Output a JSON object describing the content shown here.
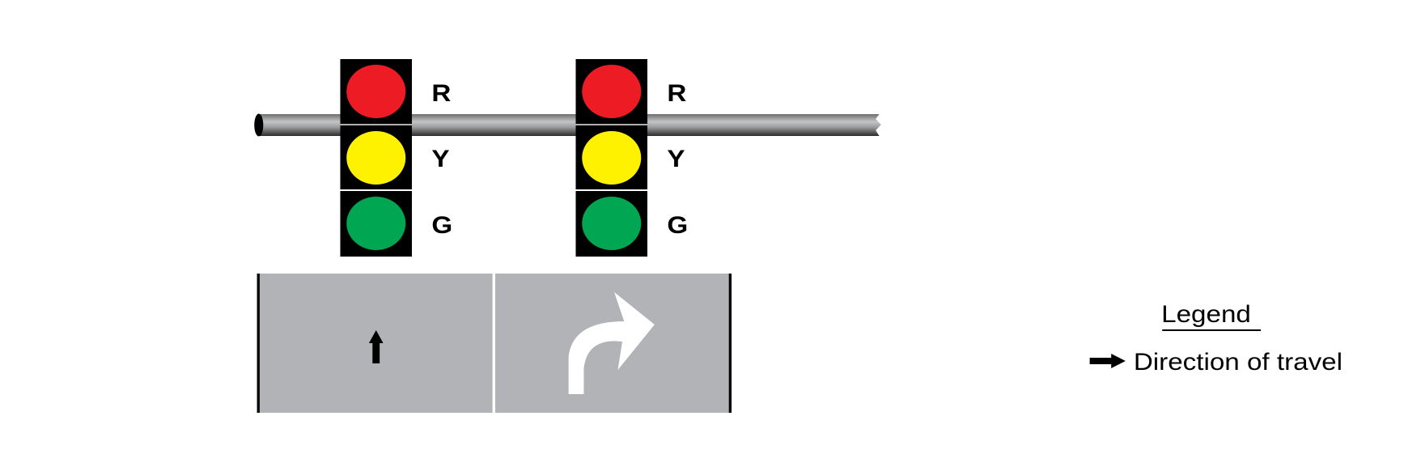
{
  "signals": [
    {
      "lights": [
        {
          "label": "R",
          "color": "#ed1c24"
        },
        {
          "label": "Y",
          "color": "#fff200"
        },
        {
          "label": "G",
          "color": "#00a651"
        }
      ]
    },
    {
      "lights": [
        {
          "label": "R",
          "color": "#ed1c24"
        },
        {
          "label": "Y",
          "color": "#fff200"
        },
        {
          "label": "G",
          "color": "#00a651"
        }
      ]
    }
  ],
  "lanes": [
    {
      "movement": "through",
      "arrow_icon": "straight-arrow"
    },
    {
      "movement": "right-turn",
      "arrow_icon": "right-turn-arrow"
    }
  ],
  "legend": {
    "title": "Legend",
    "items": [
      {
        "icon": "arrow-right",
        "label": "Direction of travel"
      }
    ]
  },
  "colors": {
    "lane": "#b1b3b6",
    "signal_housing": "#000000"
  }
}
